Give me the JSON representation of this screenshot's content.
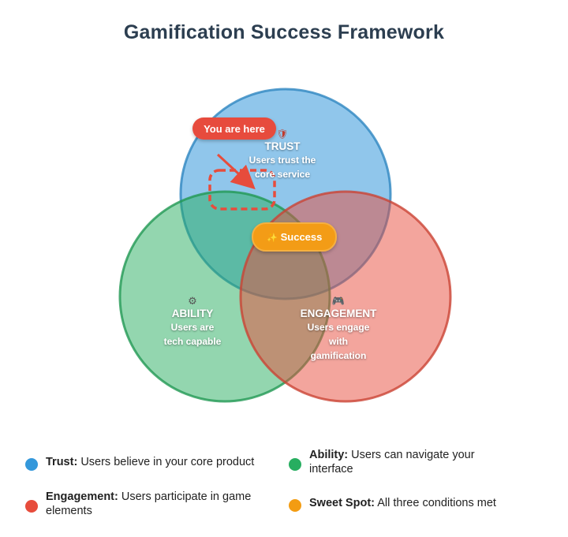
{
  "title": "Gamification Success Framework",
  "circles": {
    "trust": {
      "icon": "shield-icon",
      "glyph": "🛡",
      "label": "TRUST",
      "lines": [
        "Users trust the",
        "core service"
      ],
      "color": "#3498db"
    },
    "ability": {
      "icon": "gear-icon",
      "glyph": "⚙",
      "label": "ABILITY",
      "lines": [
        "Users are",
        "tech capable"
      ],
      "color": "#27ae60"
    },
    "engagement": {
      "icon": "gamepad-icon",
      "glyph": "🎮",
      "label": "ENGAGEMENT",
      "lines": [
        "Users engage",
        "with",
        "gamification"
      ],
      "color": "#e74c3c"
    }
  },
  "callout": {
    "label": "You are here",
    "color": "#e74c3c"
  },
  "success": {
    "icon": "sparkles-icon",
    "glyph": "✨",
    "label": "Success",
    "color": "#f39c12"
  },
  "legend": [
    {
      "key": "Trust:",
      "text": "Users believe in your core product",
      "color": "#3498db"
    },
    {
      "key": "Ability:",
      "text": "Users can navigate your interface",
      "color": "#27ae60"
    },
    {
      "key": "Engagement:",
      "text": "Users participate in game elements",
      "color": "#e74c3c"
    },
    {
      "key": "Sweet Spot:",
      "text": "All three conditions met",
      "color": "#f39c12"
    }
  ]
}
